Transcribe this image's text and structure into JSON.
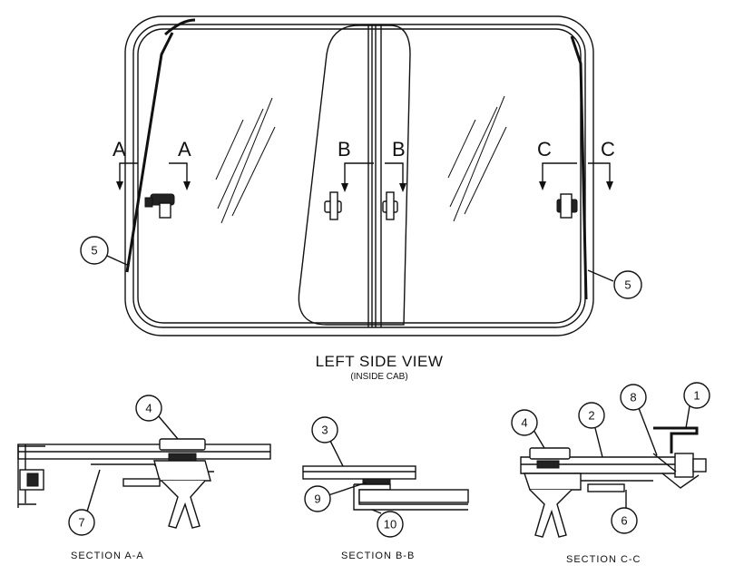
{
  "view": {
    "title": "LEFT SIDE VIEW",
    "subtitle": "(INSIDE CAB)"
  },
  "section_marks": {
    "a_left": "A",
    "a_right": "A",
    "b_left": "B",
    "b_right": "B",
    "c_left": "C",
    "c_right": "C"
  },
  "callouts": {
    "main_left": "5",
    "main_right": "5",
    "aa_top": "4",
    "aa_bottom": "7",
    "bb_top": "3",
    "bb_mid": "9",
    "bb_bottom": "10",
    "cc_4": "4",
    "cc_2": "2",
    "cc_8": "8",
    "cc_1": "1",
    "cc_6": "6"
  },
  "sections": {
    "aa": "SECTION A-A",
    "bb": "SECTION B-B",
    "cc": "SECTION C-C"
  }
}
